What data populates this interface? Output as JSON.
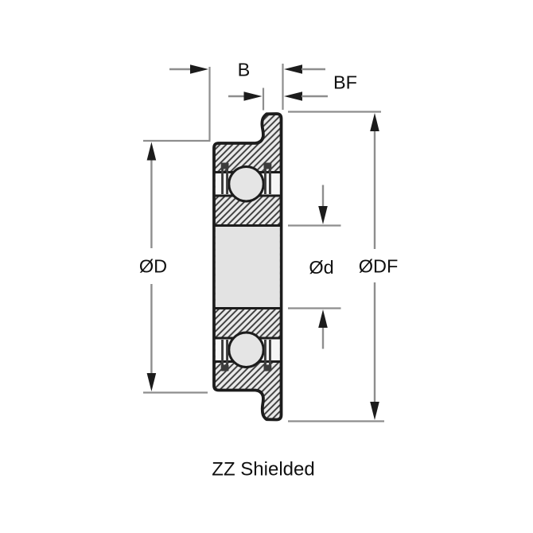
{
  "diagram": {
    "type": "flanged-ball-bearing-cross-section",
    "caption": "ZZ Shielded",
    "labels": {
      "width": "B",
      "flange_width": "BF",
      "outer_diameter": "ØD",
      "bore_diameter": "Ød",
      "flange_diameter": "ØDF"
    },
    "colors": {
      "background": "#ffffff",
      "outline": "#1c1c1c",
      "hatch_line": "#3c3c3c",
      "hatch_fill": "#eaeaea",
      "metal_fill": "#e3e3e3",
      "cavity_fill": "#f6f6f6",
      "dimension_line": "#8e8e8e",
      "arrowhead": "#1c1c1c",
      "text": "#101010"
    }
  }
}
